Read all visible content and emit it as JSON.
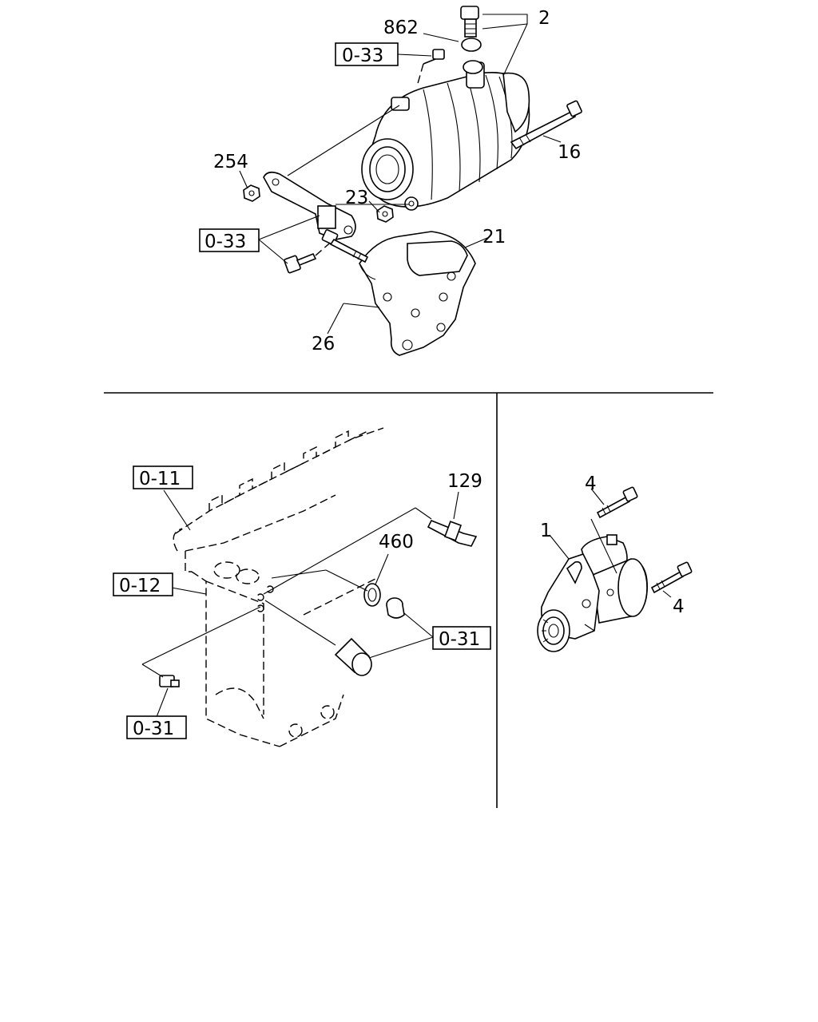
{
  "callouts": {
    "alternator": "2",
    "gasket_862": "862",
    "ref_033_top": "0-33",
    "bolt_long": "16",
    "nut_254": "254",
    "nut_23": "23",
    "bracket": "21",
    "ref_033_left": "0-33",
    "bolt_26": "26",
    "ref_011": "0-11",
    "ref_012": "0-12",
    "sensor": "129",
    "washer": "460",
    "ref_031_right": "0-31",
    "ref_031_left": "0-31",
    "starter": "1",
    "starter_bolt_top": "4",
    "starter_bolt_right": "4"
  }
}
